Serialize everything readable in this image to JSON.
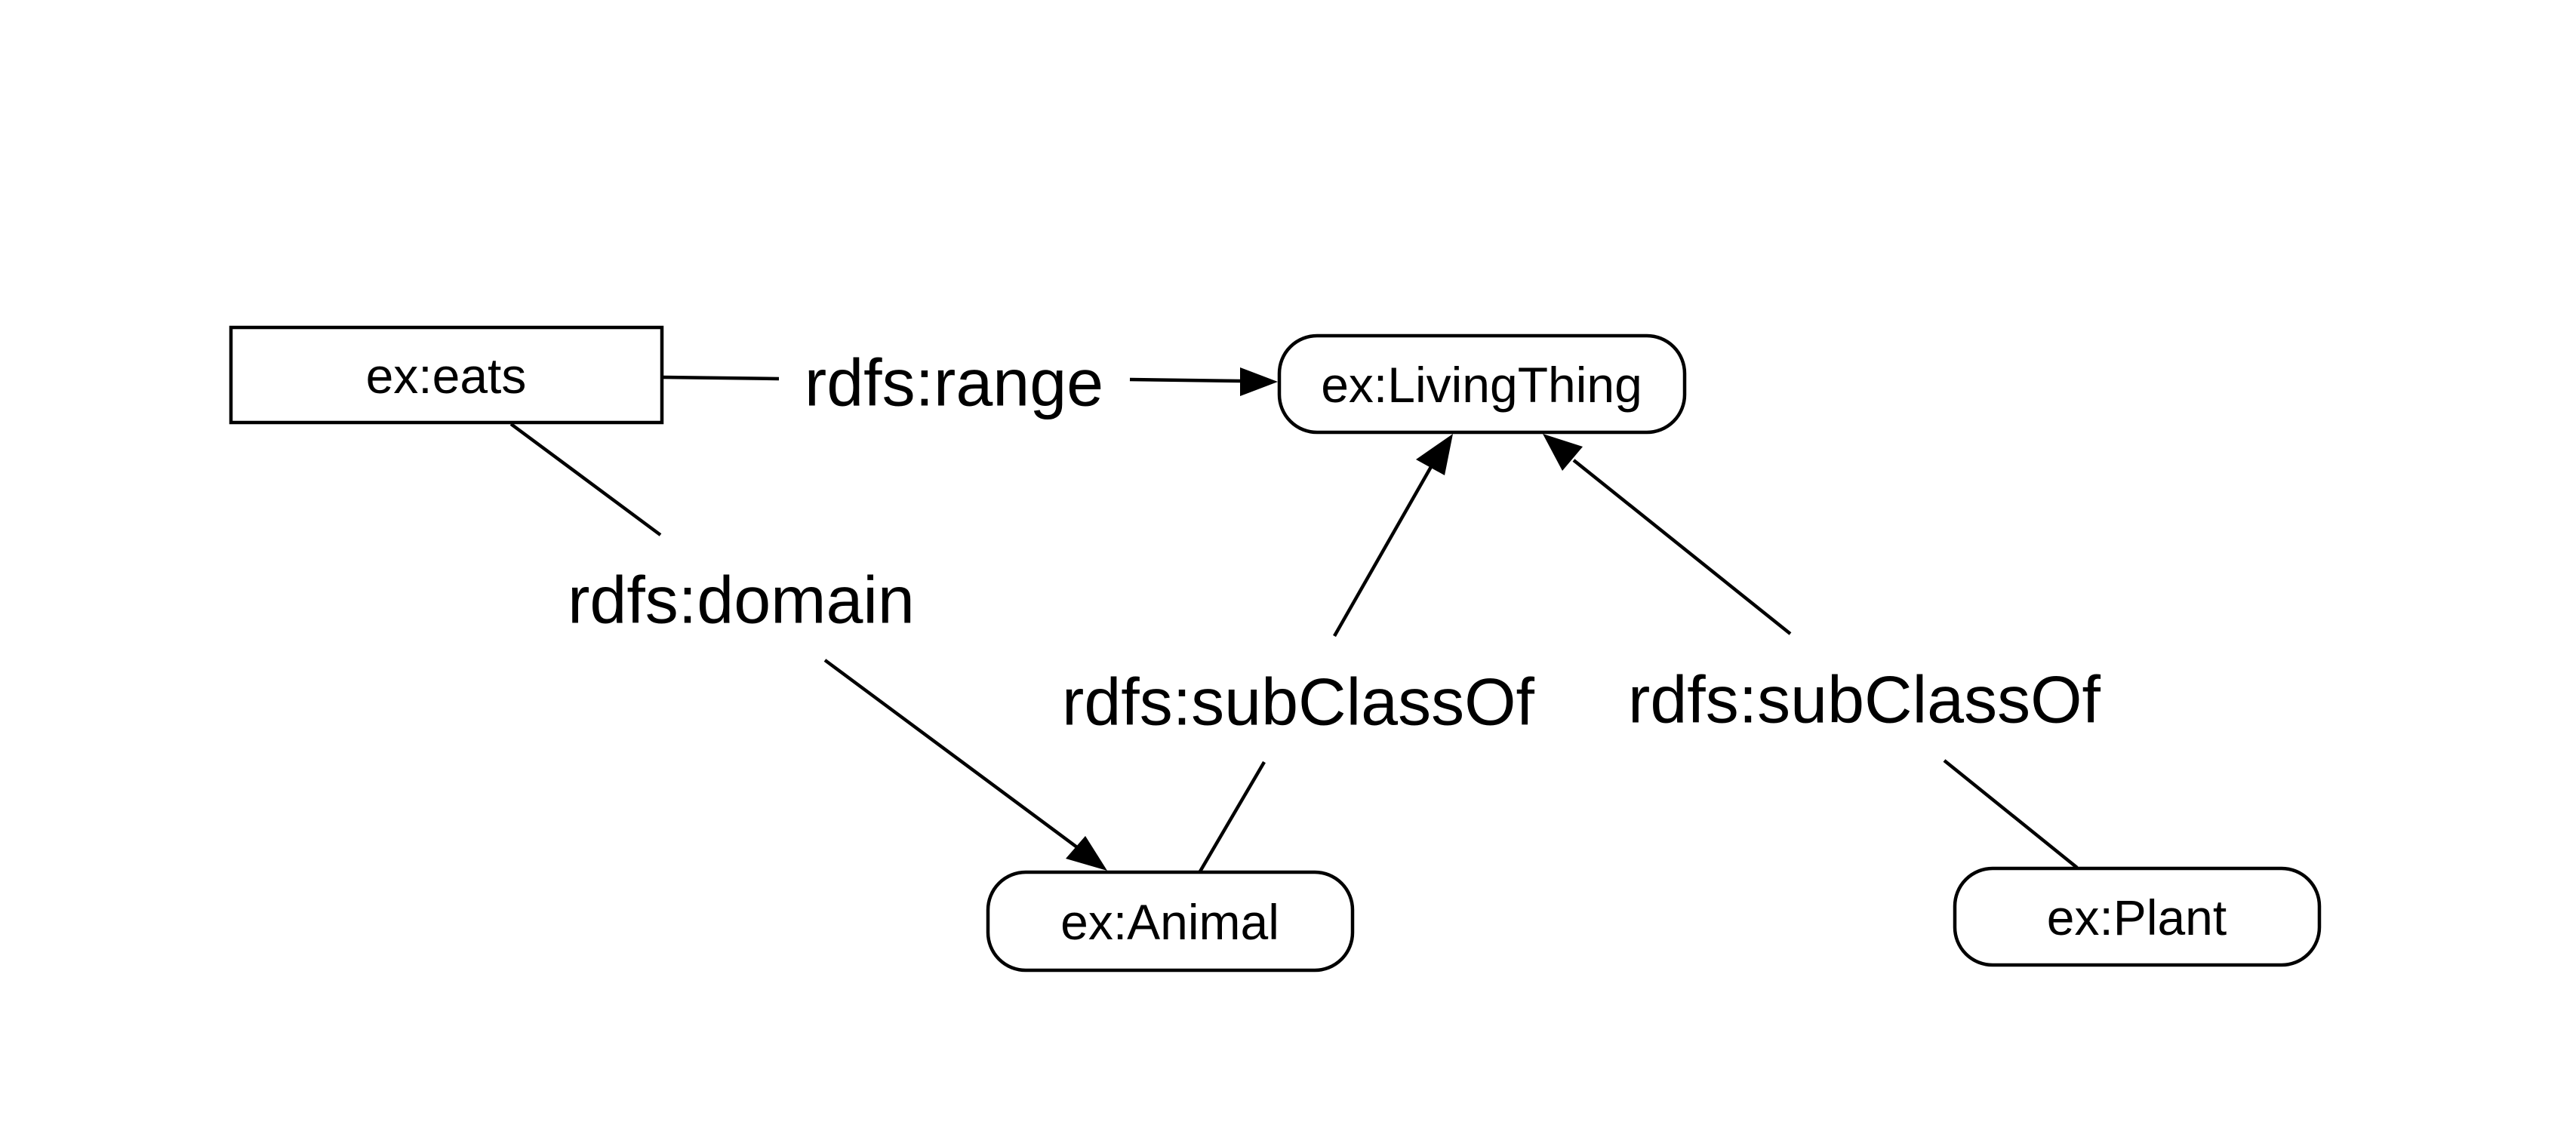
{
  "nodes": {
    "eats": {
      "label": "ex:eats",
      "shape": "rectangle"
    },
    "living_thing": {
      "label": "ex:LivingThing",
      "shape": "rounded"
    },
    "animal": {
      "label": "ex:Animal",
      "shape": "rounded"
    },
    "plant": {
      "label": "ex:Plant",
      "shape": "rounded"
    }
  },
  "edges": {
    "range": {
      "label": "rdfs:range",
      "from": "ex:eats",
      "to": "ex:LivingThing"
    },
    "domain": {
      "label": "rdfs:domain",
      "from": "ex:eats",
      "to": "ex:Animal"
    },
    "animal_subclass": {
      "label": "rdfs:subClassOf",
      "from": "ex:Animal",
      "to": "ex:LivingThing"
    },
    "plant_subclass": {
      "label": "rdfs:subClassOf",
      "from": "ex:Plant",
      "to": "ex:LivingThing"
    }
  },
  "colors": {
    "stroke": "#000000",
    "background": "#ffffff"
  }
}
